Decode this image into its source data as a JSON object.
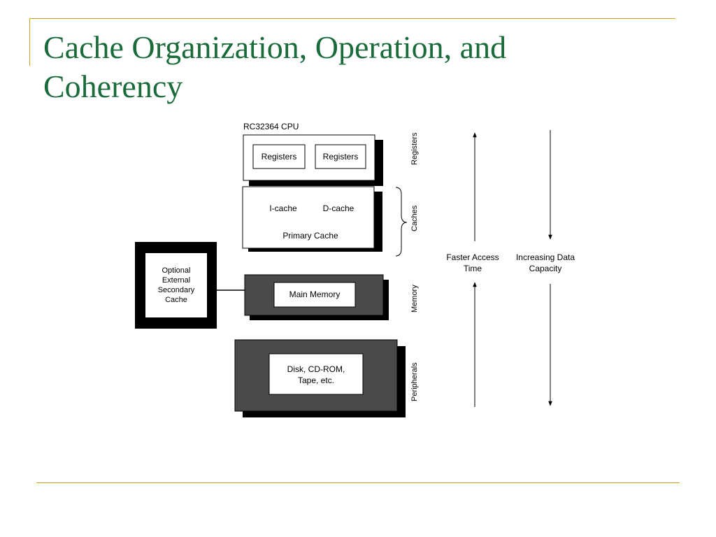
{
  "slide": {
    "title_line1": "Cache Organization, Operation, and",
    "title_line2": "Coherency"
  },
  "diagram": {
    "cpu_label": "RC32364 CPU",
    "register_1": "Registers",
    "register_2": "Registers",
    "icache": "I-cache",
    "dcache": "D-cache",
    "primary_cache": "Primary Cache",
    "main_memory": "Main Memory",
    "peripherals_box_line1": "Disk, CD-ROM,",
    "peripherals_box_line2": "Tape, etc.",
    "secondary_line1": "Optional",
    "secondary_line2": "External",
    "secondary_line3": "Secondary",
    "secondary_line4": "Cache",
    "side_registers": "Registers",
    "side_caches": "Caches",
    "side_memory": "Memory",
    "side_peripherals": "Peripherals",
    "faster_line1": "Faster Access",
    "faster_line2": "Time",
    "capacity_line1": "Increasing Data",
    "capacity_line2": "Capacity"
  },
  "colors": {
    "title": "#1a6b3a",
    "rule": "#d4a017",
    "dark_box": "#4a4a4a"
  }
}
